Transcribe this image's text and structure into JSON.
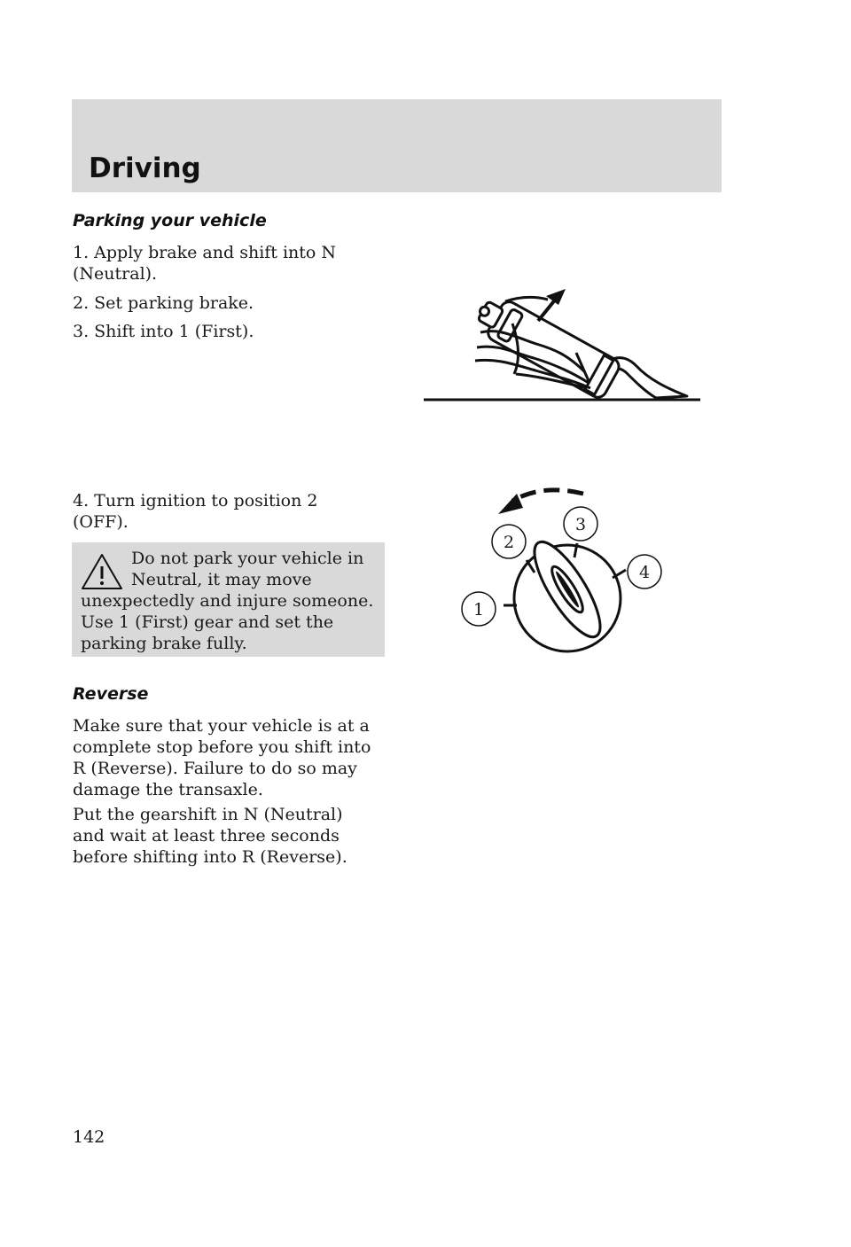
{
  "header": {
    "title": "Driving"
  },
  "parking": {
    "heading": "Parking your vehicle",
    "steps": [
      "1.  Apply brake and shift into N (Neutral).",
      "2.  Set parking brake.",
      "3.  Shift into 1 (First).",
      "4.  Turn ignition to position 2 (OFF)."
    ]
  },
  "warning": {
    "text": "Do not park your vehicle in Neutral, it may move unexpectedly and injure someone. Use 1 (First) gear and set the parking brake fully."
  },
  "ignition_labels": [
    "1",
    "2",
    "3",
    "4"
  ],
  "reverse": {
    "heading": "Reverse",
    "paragraphs": [
      "Make sure that your vehicle is at a complete stop before you shift into R (Reverse). Failure to do so may damage the transaxle.",
      "Put the gearshift in N (Neutral) and wait at least three seconds before shifting into R (Reverse)."
    ]
  },
  "page": {
    "number": "142"
  }
}
